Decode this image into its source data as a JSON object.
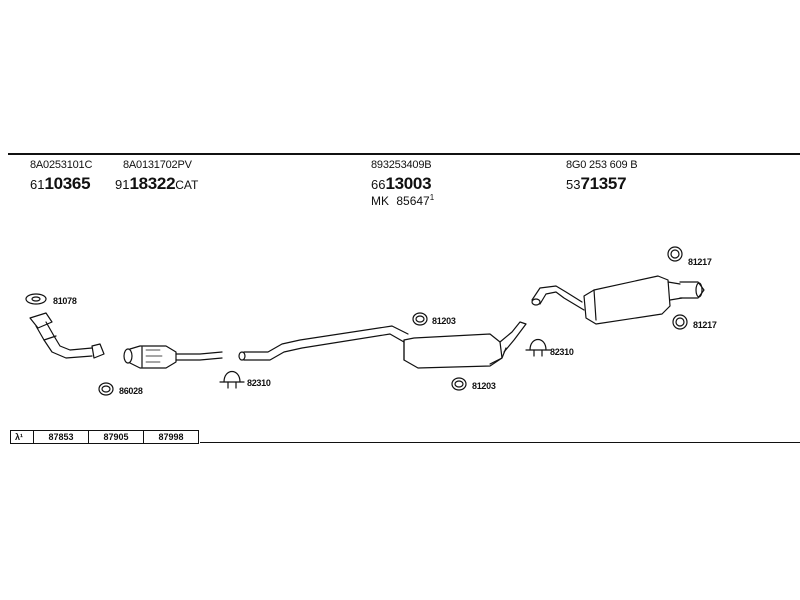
{
  "header_parts": [
    {
      "oe": "8A0253101C",
      "prefix": "61",
      "number": "10365",
      "suffix": ""
    },
    {
      "oe": "8A0131702PV",
      "prefix": "91",
      "number": "18322",
      "suffix": "CAT"
    },
    {
      "oe": "893253409B",
      "prefix": "66",
      "number": "13003",
      "suffix": "",
      "mk_label": "MK",
      "mk_number": "85647",
      "mk_sup": "1"
    },
    {
      "oe": "8G0 253 609 B",
      "prefix": "53",
      "number": "71357",
      "suffix": ""
    }
  ],
  "callouts": {
    "gasket_front": "81078",
    "gasket_cat": "86028",
    "clamp_front": "82310",
    "ring_center_top": "81203",
    "ring_center_bottom": "81203",
    "clamp_rear": "82310",
    "ring_rear_top": "81217",
    "ring_rear_bottom": "81217"
  },
  "reference_table": {
    "lambda_symbol": "λ¹",
    "numbers": [
      "87853",
      "87905",
      "87998"
    ]
  }
}
